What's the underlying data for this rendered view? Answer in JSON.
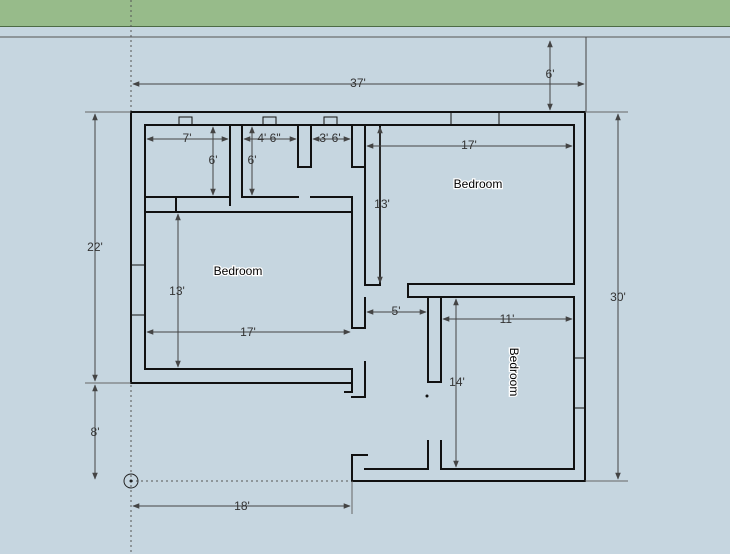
{
  "rooms": {
    "top_right": "Bedroom",
    "left": "Bedroom",
    "bottom_right": "Bedroom"
  },
  "dimensions": {
    "overall_width": "37'",
    "setback": "6'",
    "closet_left_width": "7'",
    "closet_left_depth": "6'",
    "closet_mid_width": "4' 6\"",
    "closet_mid_depth": "6'",
    "closet_right_width": "3' 6'",
    "top_right_width": "17'",
    "top_right_depth": "13'",
    "left_height": "22'",
    "left_room_depth": "13'",
    "left_room_width": "17'",
    "hall_width": "5'",
    "bottom_right_width": "11'",
    "bottom_right_depth": "14'",
    "right_height": "30'",
    "offset_height": "8'",
    "offset_width": "18'"
  },
  "colors": {
    "background": "#c6d6e0",
    "ground": "#97bb8a",
    "wall": "#111111",
    "dimension": "#444444"
  }
}
